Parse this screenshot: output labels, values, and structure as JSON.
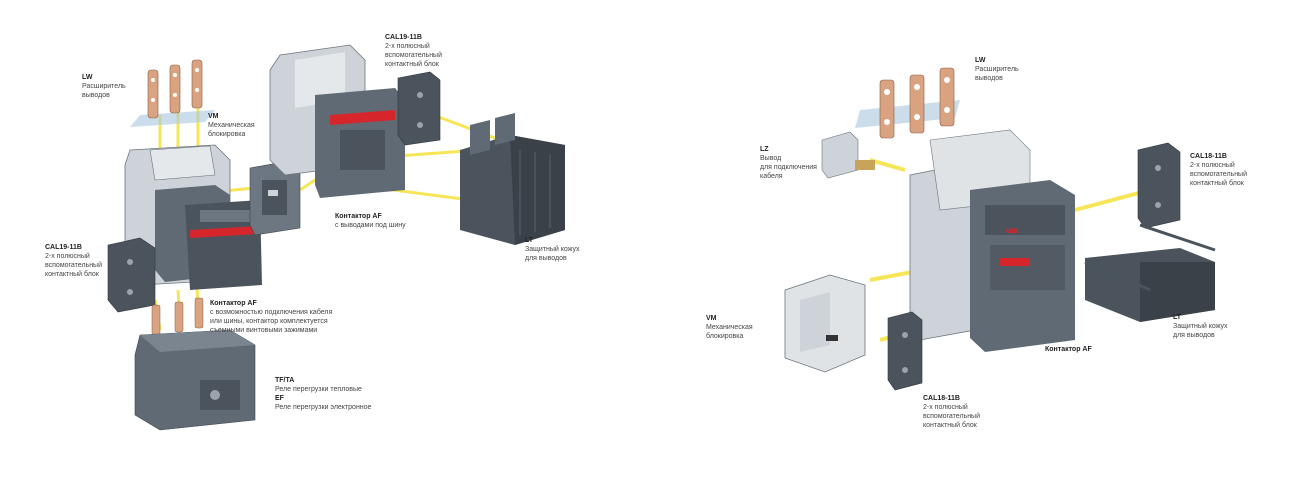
{
  "left": {
    "lw": {
      "title": "LW",
      "lines": [
        "Расширитель",
        "выводов"
      ]
    },
    "vm": {
      "title": "VM",
      "lines": [
        "Механическая",
        "блокировка"
      ]
    },
    "cal_top": {
      "title": "CAL19-11B",
      "lines": [
        "2-х полюсный",
        "вспомогательный",
        "контактный блок"
      ]
    },
    "contactor_af_bus": {
      "title": "Контактор AF",
      "lines": [
        "с выводами под шину"
      ]
    },
    "lt": {
      "title": "LT",
      "lines": [
        "Защитный кожух",
        "для выводов"
      ]
    },
    "cal_left": {
      "title": "CAL19-11B",
      "lines": [
        "2-х полюсный",
        "вспомогательный",
        "контактный блок"
      ]
    },
    "contactor_af_cable": {
      "title": "Контактор AF",
      "lines": [
        "с возможностью подключения кабеля",
        "или шины, контактор комплектуется",
        "съемными винтовыми зажимами"
      ]
    },
    "tfta": {
      "title": "TF/TA",
      "lines": [
        "Реле перегрузки тепловые"
      ]
    },
    "ef": {
      "title": "EF",
      "lines": [
        "Реле перегрузки электронное"
      ]
    }
  },
  "right": {
    "lw": {
      "title": "LW",
      "lines": [
        "Расширитель",
        "выводов"
      ]
    },
    "lz": {
      "title": "LZ",
      "lines": [
        "Вывод",
        "для подключения",
        "кабеля"
      ]
    },
    "cal_right": {
      "title": "CAL18-11B",
      "lines": [
        "2-х полюсный",
        "вспомогательный",
        "контактный блок"
      ]
    },
    "vm": {
      "title": "VM",
      "lines": [
        "Механическая",
        "блокировка"
      ]
    },
    "lt": {
      "title": "LT",
      "lines": [
        "Защитный кожух",
        "для выводов"
      ]
    },
    "contactor_af": {
      "title": "Контактор AF",
      "lines": []
    },
    "cal_bottom": {
      "title": "CAL18-11B",
      "lines": [
        "2-х полюсный",
        "вспомогательный",
        "контактный блок"
      ]
    }
  },
  "colors": {
    "body": "#5f6a74",
    "body_light": "#cdd3d8",
    "highlight": "#f5e23a",
    "accent": "#d6262b",
    "copper": "#d9a382",
    "glass": "#a9c6dd"
  }
}
